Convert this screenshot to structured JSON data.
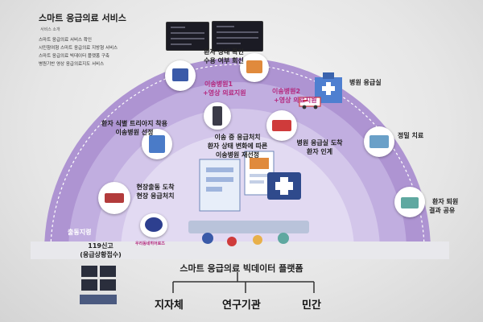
{
  "panel": {
    "title": "스마트 응급의료 서비스",
    "subtitle": "서비스 소개",
    "items": [
      "스마트 응급의료 서비스 확인",
      "시민참여형 스마트 응급의료 지방형 서비스",
      "스마트 응급의료 빅데이터 플랫폼 구축",
      "병원기반 영상 응급의료지도 서비스"
    ]
  },
  "labels": {
    "patient_check": "환자 상태 확인",
    "accept_reply": "수용 여부 회신",
    "hospital1": "이송병원1",
    "video1": "+영상 의료지원",
    "hospital2": "이송병원2",
    "video2": "+영상 의료지원",
    "hospital_er": "병원 응급실",
    "triage": "환자 식별 트리아지 착용",
    "select_hospital": "이송병원 선정",
    "transit1": "이송 중 응급처치",
    "transit2": "환자 상태 변화에 따른",
    "transit3": "이송병원 재선정",
    "arrive1": "병원 응급실 도착",
    "arrive2": "환자 인계",
    "treatment": "정밀 치료",
    "scene1": "현장출동 도착",
    "scene2": "현장 응급처치",
    "discharge1": "환자 퇴원",
    "discharge2": "결과 공유",
    "dispatch": "출동지령",
    "call1": "119신고",
    "call2": "(응급상황접수)",
    "community": "우리동네히어로즈"
  },
  "bottom": {
    "platform": "스마트 응급의료 빅데이터 플랫폼",
    "branches": [
      "지자체",
      "연구기관",
      "민간"
    ]
  }
}
